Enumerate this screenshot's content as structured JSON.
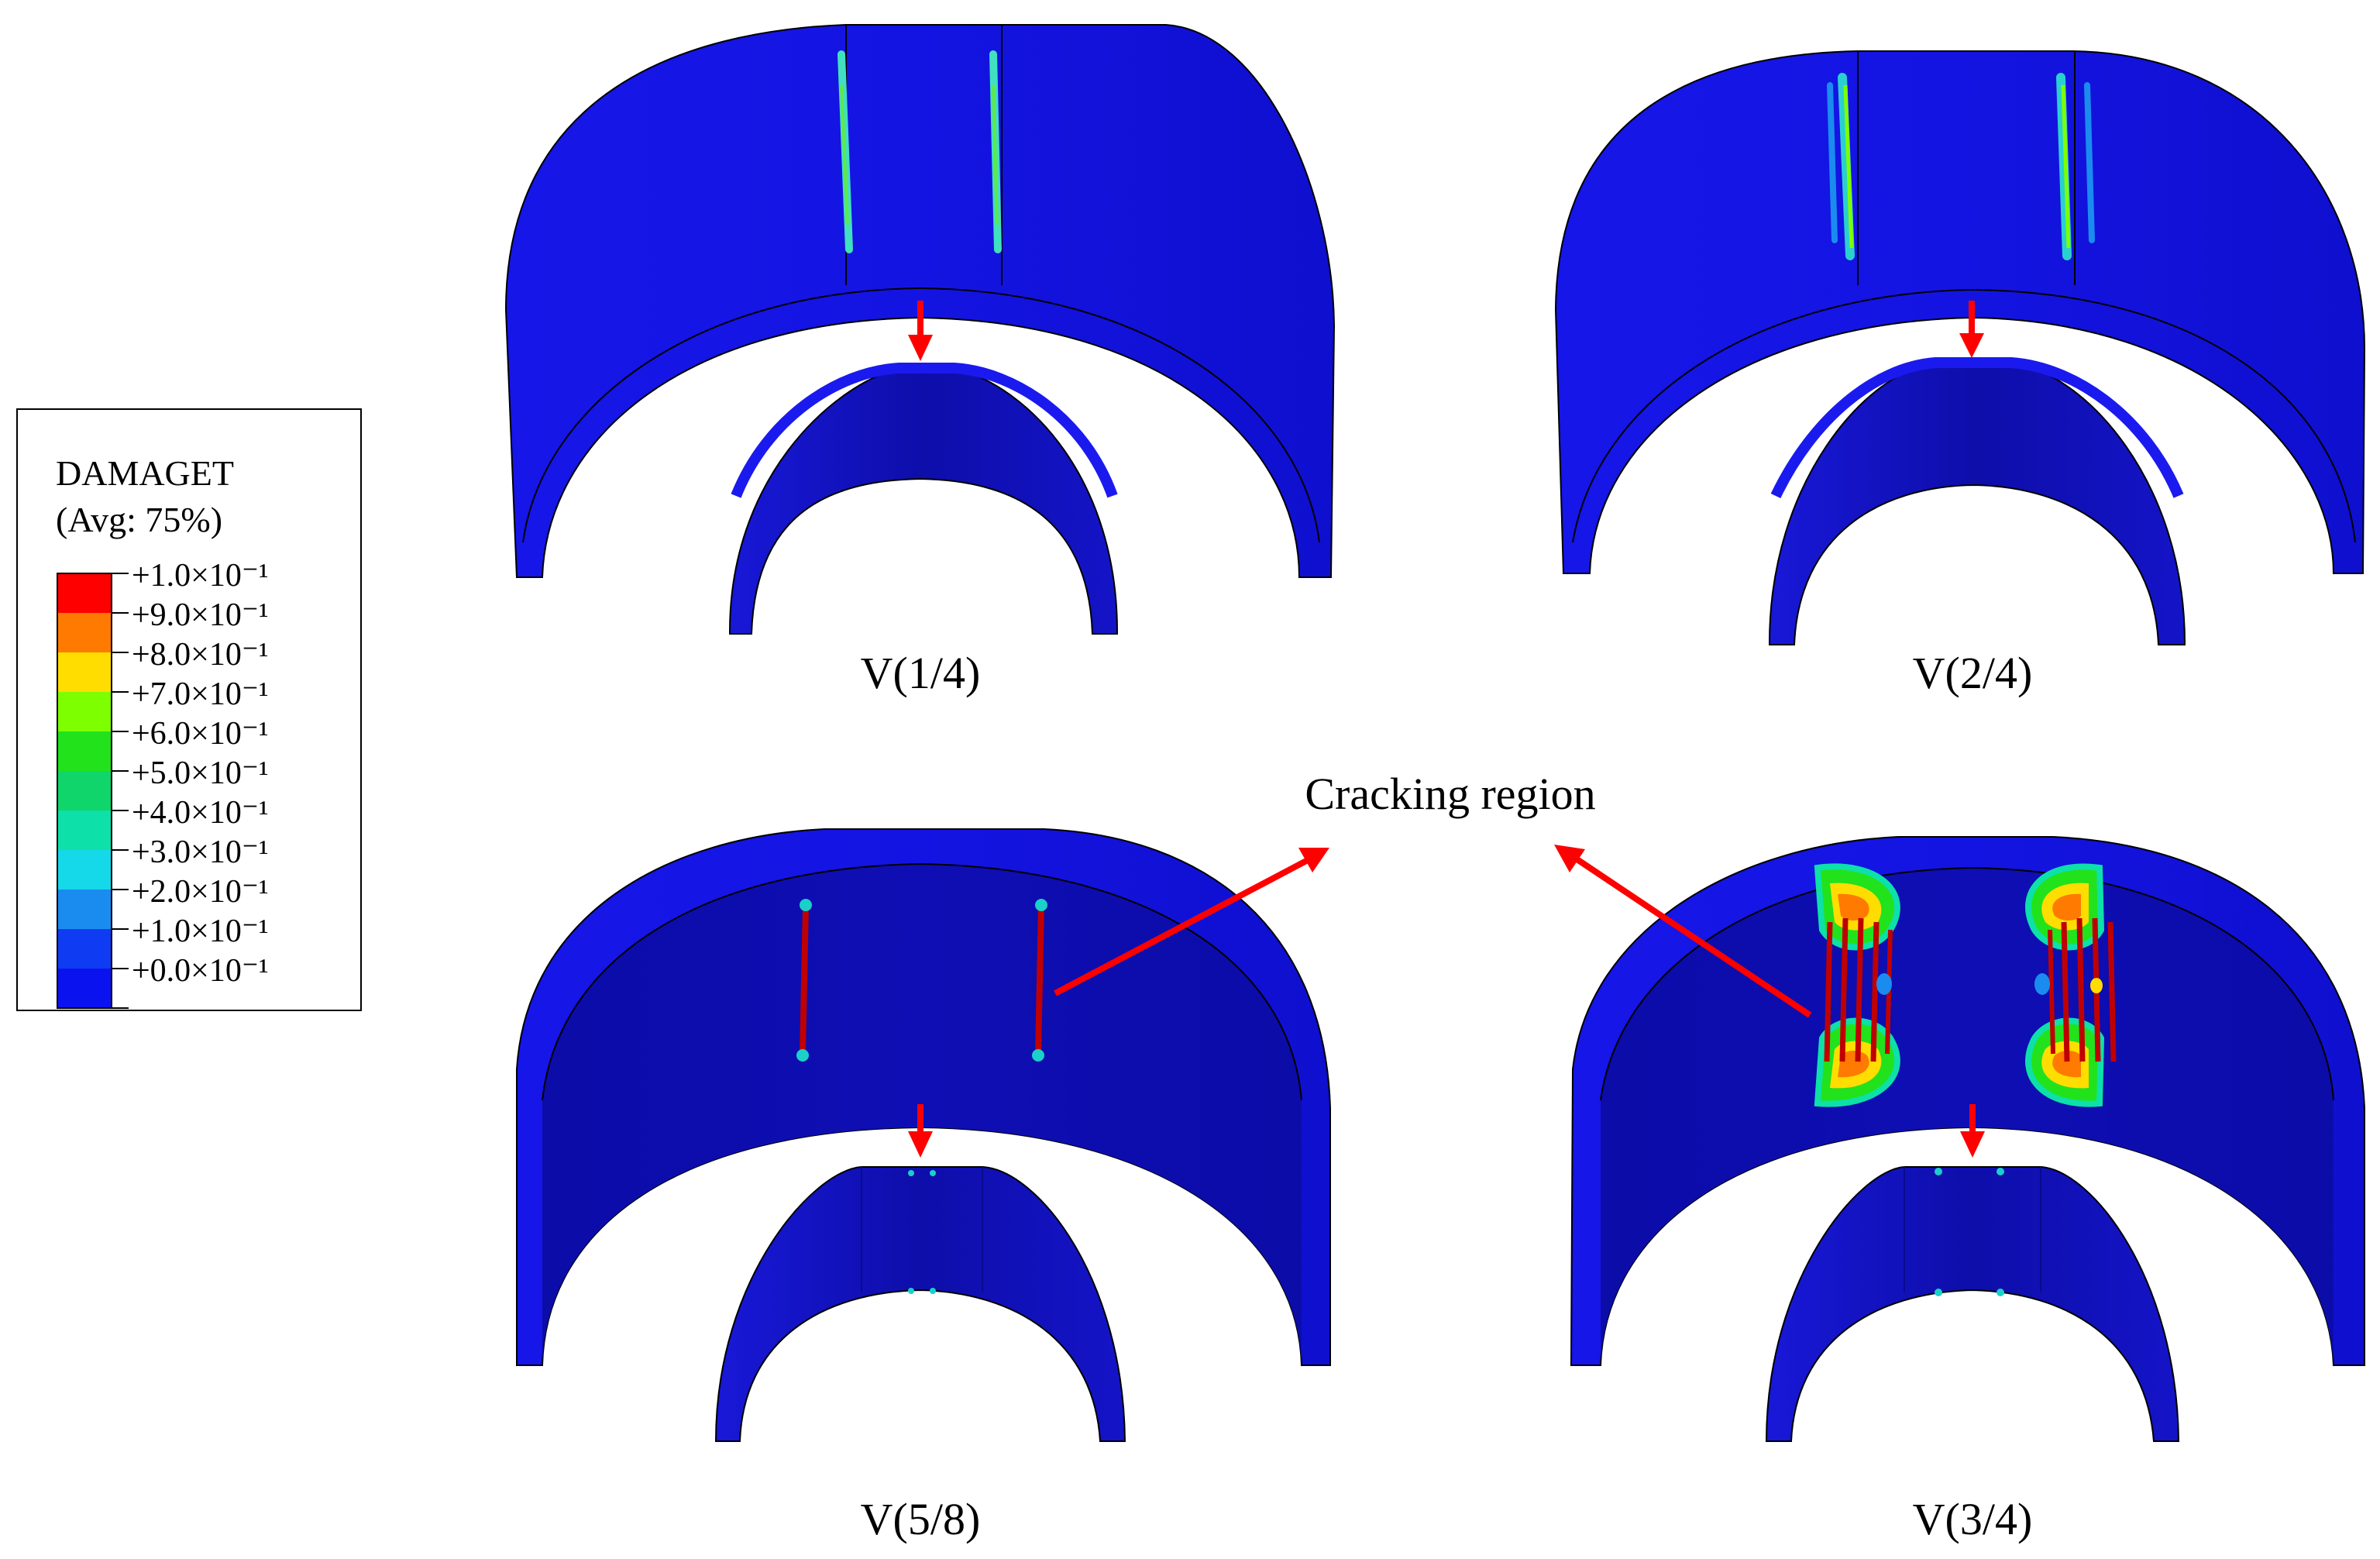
{
  "legend": {
    "title": "DAMAGET",
    "subtitle": "(Avg: 75%)",
    "entries": [
      {
        "label": "+1.0×10⁻¹",
        "color": "#ff0000"
      },
      {
        "label": "+9.0×10⁻¹",
        "color": "#ff7a00"
      },
      {
        "label": "+8.0×10⁻¹",
        "color": "#ffdd00"
      },
      {
        "label": "+7.0×10⁻¹",
        "color": "#7dff00"
      },
      {
        "label": "+6.0×10⁻¹",
        "color": "#22e21c"
      },
      {
        "label": "+5.0×10⁻¹",
        "color": "#10d56a"
      },
      {
        "label": "+4.0×10⁻¹",
        "color": "#0de0a8"
      },
      {
        "label": "+3.0×10⁻¹",
        "color": "#15d8e8"
      },
      {
        "label": "+2.0×10⁻¹",
        "color": "#1a8cf0"
      },
      {
        "label": "+1.0×10⁻¹",
        "color": "#0f3cf2"
      },
      {
        "label": "+0.0×10⁻¹",
        "color": "#0b12f0"
      }
    ]
  },
  "panels": [
    {
      "label": "V(1/4)"
    },
    {
      "label": "V(2/4)"
    },
    {
      "label": "V(5/8)"
    },
    {
      "label": "V(3/4)"
    }
  ],
  "annotation": {
    "text": "Cracking region"
  },
  "colors": {
    "model_blue": "#1212e6",
    "model_blue_dark": "#0d0dc0",
    "model_blue_inner": "#1010b0",
    "arrow_red": "#ff0000",
    "crack_dark_red": "#b00000"
  }
}
